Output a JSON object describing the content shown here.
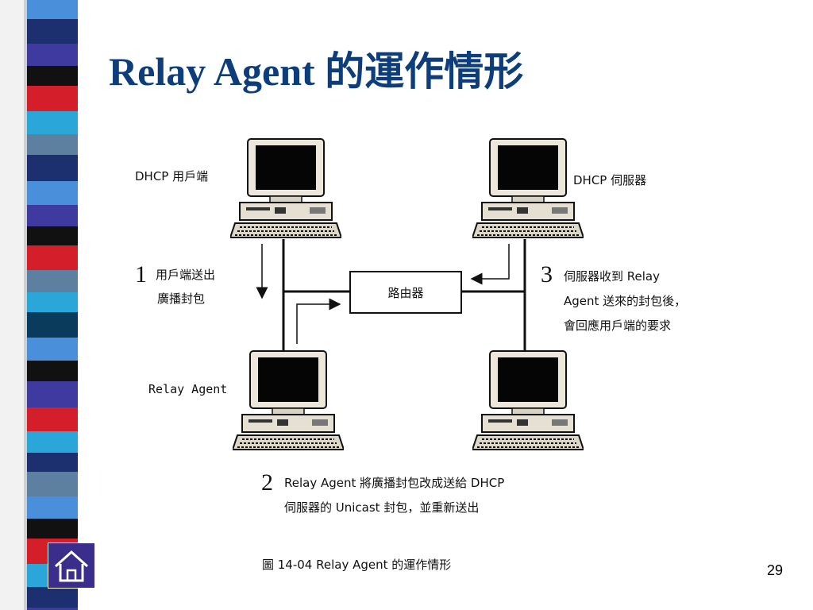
{
  "slide": {
    "title": "Relay Agent 的運作情形",
    "page_number": "29"
  },
  "diagram": {
    "client_label": "DHCP 用戶端",
    "server_label": "DHCP 伺服器",
    "relay_label": "Relay Agent",
    "router_label": "路由器",
    "step1_number": "1",
    "step1_lines": [
      "用戶端送出",
      "廣播封包"
    ],
    "step2_number": "2",
    "step2_lines": [
      "Relay Agent 將廣播封包改成送給 DHCP",
      "伺服器的 Unicast 封包，並重新送出"
    ],
    "step3_number": "3",
    "step3_lines": [
      "伺服器收到  Relay",
      "Agent 送來的封包後，",
      "會回應用戶端的要求"
    ],
    "caption": "圖 14-04   Relay Agent 的運作情形"
  },
  "icons": {
    "home": "home-icon",
    "computer": "computer-icon"
  },
  "colors": {
    "title": "#0d3d7a",
    "stripe_palette": [
      "#4a8fd9",
      "#1c2f6e",
      "#3f3aa0",
      "#111111",
      "#d41f2a",
      "#2aa6d8",
      "#5d7fa0",
      "#0a3a5c"
    ]
  }
}
